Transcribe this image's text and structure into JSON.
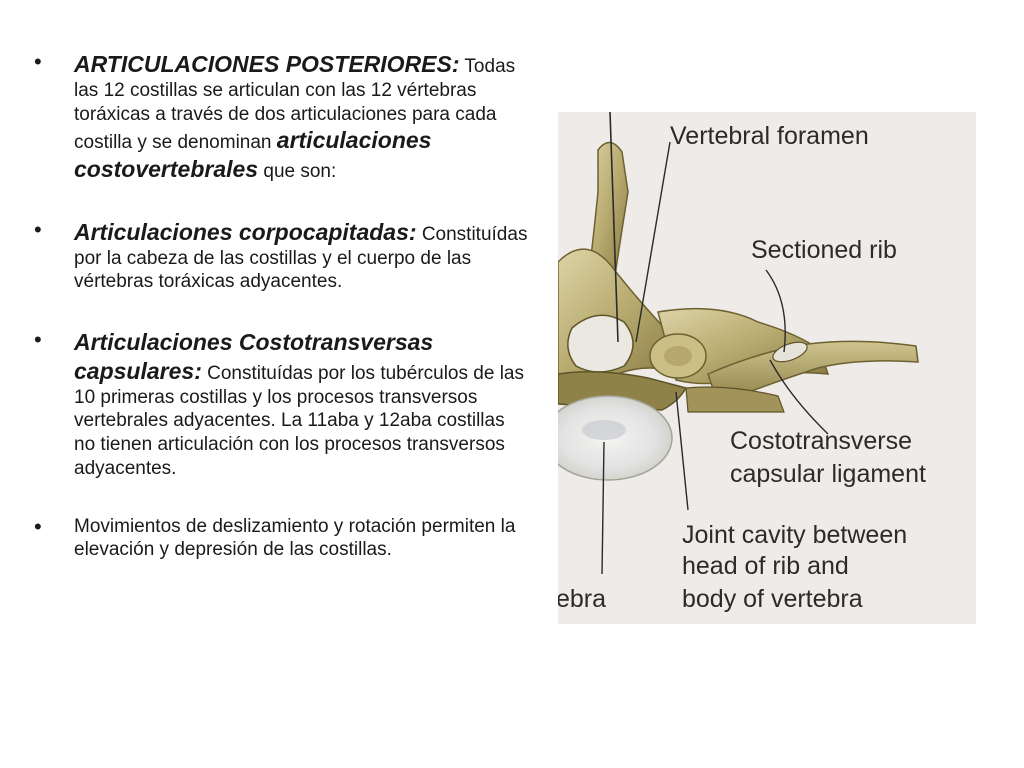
{
  "bullets": {
    "b1": {
      "heading": "ARTICULACIONES POSTERIORES:",
      "text_a": " Todas las 12 costillas se articulan con las 12 vértebras toráxicas a través de dos articulaciones para cada costilla y se denominan ",
      "emph": "articulaciones costovertebrales",
      "text_b": " que son:"
    },
    "b2": {
      "heading": "Articulaciones corpocapitadas:",
      "text": " Constituídas por la cabeza de las costillas y el cuerpo de las vértebras toráxicas adyacentes."
    },
    "b3": {
      "heading": "Articulaciones Costotransversas capsulares:",
      "text": " Constituídas por los tubérculos de las 10 primeras costillas y los procesos transversos vertebrales adyacentes. La 11aba y 12aba costillas no tienen articulación con los procesos transversos adyacentes."
    },
    "b4": {
      "text": "Movimientos de deslizamiento y rotación permiten la elevación y depresión de las costillas."
    }
  },
  "figure": {
    "labels": {
      "vertebral_foramen": "Vertebral foramen",
      "sectioned_rib": "Sectioned rib",
      "costotransverse_1": "Costotransverse",
      "costotransverse_2": "capsular ligament",
      "joint_1": "Joint cavity between",
      "joint_2": "head of rib and",
      "joint_3": "body of vertebra",
      "partial": "ebra"
    },
    "colors": {
      "bone_light": "#d2c89a",
      "bone_mid": "#a89a5e",
      "bone_dark": "#6d6130",
      "background": "#eeebe8"
    }
  }
}
